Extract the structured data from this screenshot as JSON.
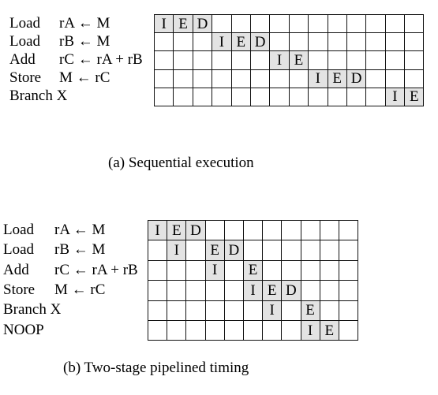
{
  "diagram_a": {
    "caption": "(a) Sequential execution",
    "rows": [
      {
        "op": "Load",
        "arg": "rA ← M",
        "cells": [
          "I",
          "E",
          "D",
          "",
          "",
          "",
          "",
          "",
          "",
          "",
          "",
          "",
          "",
          ""
        ]
      },
      {
        "op": "Load",
        "arg": "rB ← M",
        "cells": [
          "",
          "",
          "",
          "I",
          "E",
          "D",
          "",
          "",
          "",
          "",
          "",
          "",
          "",
          ""
        ]
      },
      {
        "op": "Add",
        "arg": "rC ← rA + rB",
        "cells": [
          "",
          "",
          "",
          "",
          "",
          "",
          "I",
          "E",
          "",
          "",
          "",
          "",
          "",
          ""
        ]
      },
      {
        "op": "Store",
        "arg": "M ← rC",
        "cells": [
          "",
          "",
          "",
          "",
          "",
          "",
          "",
          "",
          "I",
          "E",
          "D",
          "",
          "",
          ""
        ]
      },
      {
        "op": "Branch X",
        "arg": "",
        "cells": [
          "",
          "",
          "",
          "",
          "",
          "",
          "",
          "",
          "",
          "",
          "",
          "",
          "I",
          "E"
        ]
      }
    ]
  },
  "diagram_b": {
    "caption": "(b) Two-stage pipelined timing",
    "rows": [
      {
        "op": "Load",
        "arg": "rA ← M",
        "cells": [
          "I",
          "E",
          "D",
          "",
          "",
          "",
          "",
          "",
          "",
          "",
          ""
        ]
      },
      {
        "op": "Load",
        "arg": "rB ← M",
        "cells": [
          "",
          "I",
          "",
          "E",
          "D",
          "",
          "",
          "",
          "",
          "",
          ""
        ]
      },
      {
        "op": "Add",
        "arg": "rC ← rA + rB",
        "cells": [
          "",
          "",
          "",
          "I",
          "",
          "E",
          "",
          "",
          "",
          "",
          ""
        ]
      },
      {
        "op": "Store",
        "arg": "M ← rC",
        "cells": [
          "",
          "",
          "",
          "",
          "",
          "I",
          "E",
          "D",
          "",
          "",
          ""
        ]
      },
      {
        "op": "Branch X",
        "arg": "",
        "cells": [
          "",
          "",
          "",
          "",
          "",
          "",
          "I",
          "",
          "E",
          "",
          ""
        ]
      },
      {
        "op": "NOOP",
        "arg": "",
        "cells": [
          "",
          "",
          "",
          "",
          "",
          "",
          "",
          "",
          "I",
          "E",
          ""
        ]
      }
    ]
  }
}
